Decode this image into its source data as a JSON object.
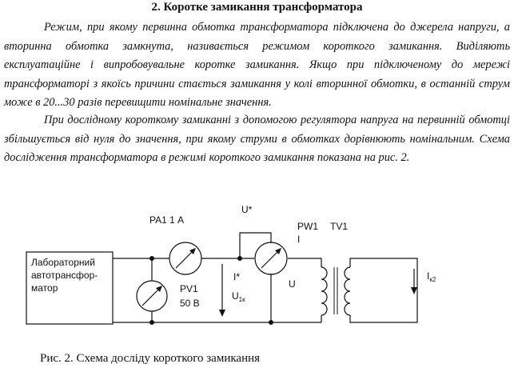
{
  "heading": "2. Коротке замикання трансформатора",
  "paragraph1": "Режим, при якому первинна обмотка трансформатора підключена до джерела напруги, а вторинна обмотка замкнута, називається режимом короткого замикання. Виділяють експлуатаційне і випробовувальне коротке замикання. Якщо при підключеному до мережі трансформаторі з якоїсь причини стається замикання у колі вторинної обмотки, в останній струм може в 20...30 разів перевищити номінальне значення.",
  "paragraph2": "При дослідному короткому замиканні з допомогою регулятора напруга на первинній обмотці збільшується від нуля до значення, при якому струми в обмотках дорівнюють номінальним. Схема дослідження трансформатора в режимі короткого замикання показана на рис. 2.",
  "diagram": {
    "autotransformer": [
      "Лабораторний",
      "автотрансфор-",
      "матор"
    ],
    "ammeter_label": "PA1 1 А",
    "voltmeter_label": "PV1",
    "voltmeter_range": "50  В",
    "u_star": "U*",
    "i_star": "I*",
    "u1k": "U",
    "u1k_sub": "1к",
    "wattmeter_label": "PW1",
    "wattmeter_i": "I",
    "transformer_label": "TV1",
    "u_label": "U",
    "i_k2": "I",
    "i_k2_sub": "к2"
  },
  "caption": "Рис. 2. Схема досліду короткого замикання"
}
